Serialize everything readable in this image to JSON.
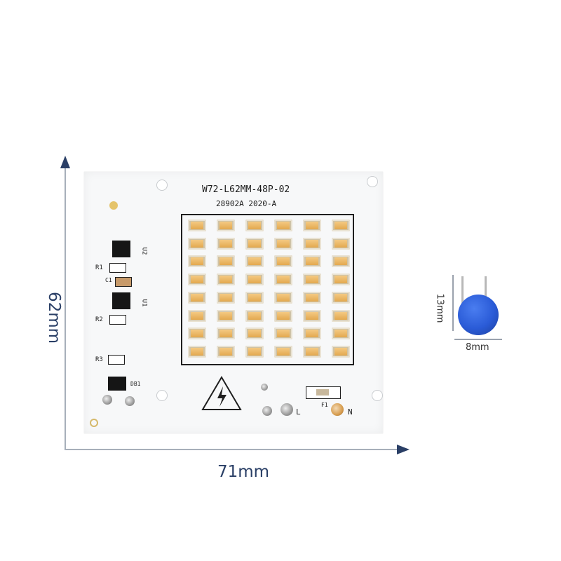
{
  "board": {
    "model_text": "W72-L62MM-48P-02",
    "date_text": "28902A  2020-A",
    "label_r1": "R1",
    "label_r2": "R2",
    "label_r3": "R3",
    "label_c1": "C1",
    "label_u1": "U1",
    "label_u2": "U2",
    "label_db1": "DB1",
    "label_f1": "F1",
    "label_l": "L",
    "label_n": "N",
    "led_rows": 8,
    "led_cols": 6
  },
  "dimensions": {
    "height_label": "62mm",
    "width_label": "71mm"
  },
  "capacitor": {
    "height_label": "13mm",
    "width_label": "8mm",
    "color": "#2a5bd7"
  },
  "colors": {
    "dimension_text": "#2a3f66",
    "led_body": "#e8b264"
  }
}
